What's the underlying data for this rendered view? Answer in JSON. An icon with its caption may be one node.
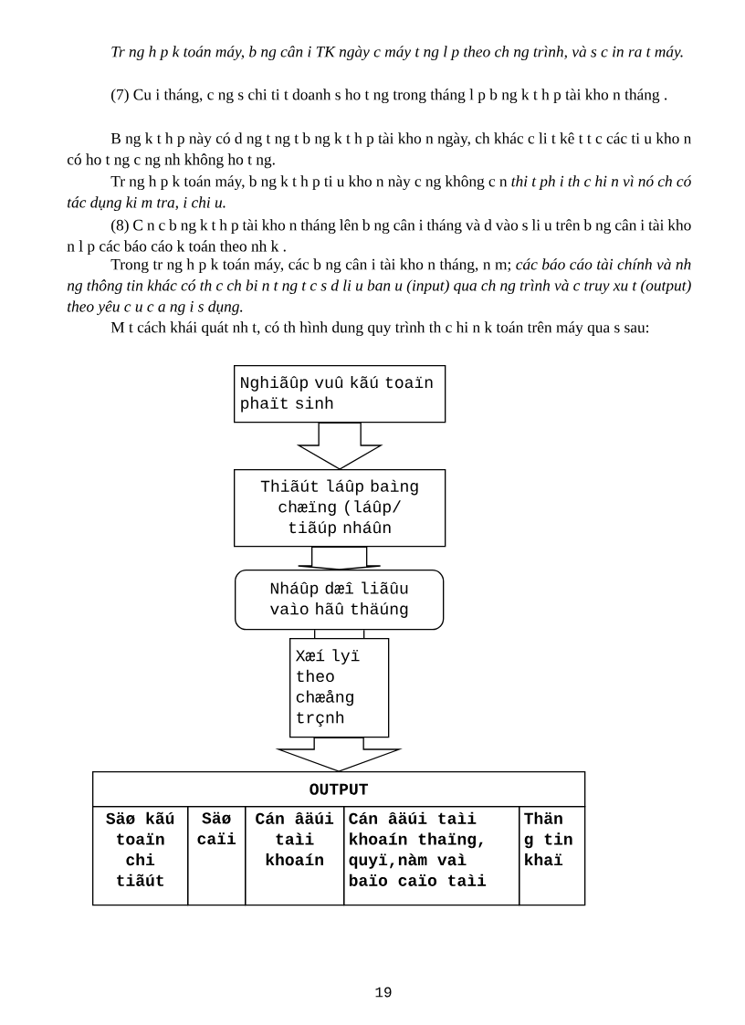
{
  "diagram": {
    "nodes": [
      {
        "text": [
          "Nghiãûp vuû kãú toaïn phaït sinh"
        ]
      },
      {
        "text": [
          "Thiãút láûp baìng chæïng (láûp/ tiãúp nháûn"
        ]
      },
      {
        "text": [
          "Nháûp dæî liãûu vaìo hãû thäúng"
        ]
      },
      {
        "text": [
          "Xæí lyï theo chæång trçnh"
        ]
      },
      {
        "text": [
          "OUTPUT"
        ]
      },
      {
        "text": [
          "Säø kãú toaïn chi tiãút"
        ]
      },
      {
        "text": [
          "Säø caïi"
        ]
      },
      {
        "text": [
          "Cán âäúi taìi khoaín"
        ]
      },
      {
        "text": [
          "Cán âäúi taìi khoaín thaïng, quyï,nàm vaì baïo caïo taìi"
        ]
      },
      {
        "text": [
          "Thän g tin khaï"
        ]
      }
    ],
    "edges": [
      {
        "from": 0,
        "to": 1,
        "arrow": "to"
      },
      {
        "from": 1,
        "to": 2,
        "arrow": "to"
      },
      {
        "from": 2,
        "to": 3,
        "arrow": "none"
      },
      {
        "from": 3,
        "to": 4,
        "arrow": "to"
      }
    ],
    "labels": [
      "Tr ng h p k toán máy, b ng cân i TK ngày c máy t ng l p theo ch ng trình, và s c in ra t máy.",
      "(7) Cu i tháng, c ng s chi ti t doanh s ho t ng trong tháng l p b ng k t h p tài kho n tháng .",
      "B ng k t h p này có d ng t ng t b ng k t h p tài kho n ngày, ch khác c li t kê t t c các ti u kho n có ho t ng c ng nh không ho t ng.",
      "Tr ng h p k toán máy, b ng k t h p ti u kho n này c ng không c n *thi t ph i th c hi n vì nó ch có tác dụng ki m tra, i chi u.*",
      "(8) C n c b ng k t h p tài kho n tháng lên b ng cân i tháng và d vào s li u trên b ng cân i tài kho n l p các báo cáo k toán theo nh k .",
      "Trong tr ng h p k toán máy, các b ng cân i tài kho n tháng, n m; *các báo cáo tài chính và nh ng thông tin khác có th c ch bi n t ng t c s d li u ban u (input) qua ch ng trình và c truy xu t (output) theo yêu c u c a ng i s dụng.*",
      "M t cách khái quát nh t, có th hình dung quy trình th c hi n k toán trên máy qua s sau:",
      "19"
    ]
  }
}
